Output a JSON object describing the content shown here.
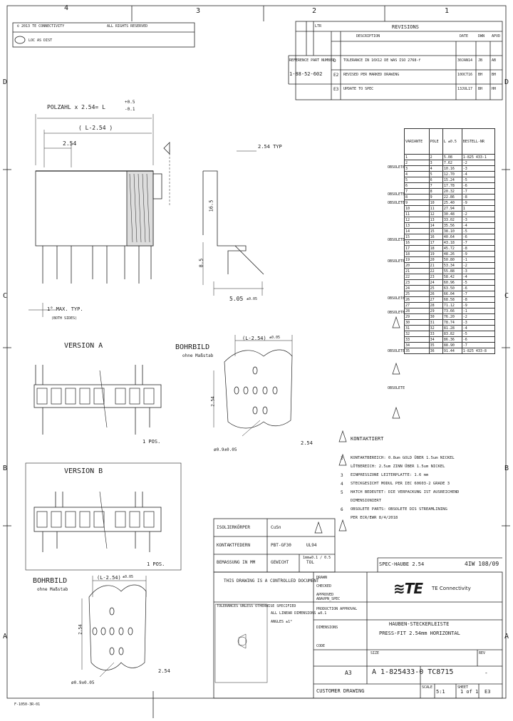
{
  "frame": {
    "col_labels": [
      "4",
      "3",
      "2",
      "1"
    ],
    "row_labels_left": [
      "D",
      "C",
      "B",
      "A"
    ],
    "row_labels_right": [
      "D",
      "C",
      "B",
      "A"
    ]
  },
  "top_notes": {
    "left_line1": "© 2013 TE CONNECTIVITY",
    "left_line2": "ALL RIGHTS RESERVED",
    "left_line3": "LOC  AS  DIST"
  },
  "revisions": {
    "title": "REVISIONS",
    "head_ltr": "LTR",
    "head_desc": "DESCRIPTION",
    "head_date": "DATE",
    "head_dwn": "DWN",
    "head_apvd": "APVD",
    "reference_label": "REFERENCE PART NUMBER",
    "reference_value": "1-88-52-602",
    "rows": [
      {
        "ltr": "D",
        "desc": "TOLERANCE IN 10X12 DE WAS ISO 2768-f",
        "date": "30JAN14",
        "dwn": "JB",
        "apvd": "AB"
      },
      {
        "ltr": "E2",
        "desc": "REVISED PER MARKED DRAWING",
        "date": "10OCT16",
        "dwn": "BH",
        "apvd": "BH"
      },
      {
        "ltr": "E3",
        "desc": "UPDATE TO SPEC",
        "date": "13JUL17",
        "dwn": "BH",
        "apvd": "HH"
      }
    ]
  },
  "dims": {
    "poles_formula": "POLZAHL x 2.54= L",
    "tol_plus": "+0.5",
    "tol_minus": "-0.1",
    "l_dim": "( L-2.54 )",
    "pitch": "2.54",
    "pitch_tol": "2.54 TYP",
    "height_a": "16.5",
    "height_b": "8.5",
    "width": "5.05",
    "width_tol": "±0.05",
    "max_typ": "1° MAX. TYP.",
    "max_typ_sub": "(BOTH SIDES)"
  },
  "views": {
    "version_a": "VERSION A",
    "version_b": "VERSION B",
    "pcs_a": "1 POS.",
    "pcs_b": "1 POS.",
    "board_layout_1": "BOHRBILD",
    "board_layout_1_sub": "ohne Maßstab",
    "board_layout_2": "BOHRBILD",
    "board_layout_2_sub": "ohne Maßstab",
    "bb1_dim": "(L-2.54)",
    "bb1_dim_tol": "±0.05",
    "bb2_dim": "(L-2.54)",
    "bb2_dim_tol": "±0.05",
    "hole_dia_1": "ø0.9±0.05",
    "hole_dia_2": "ø0.9±0.05",
    "hole_pitch_1": "2.54",
    "hole_pitch_2": "2.54",
    "bb1_side_dim": "2.54",
    "bb2_side_dim": "2.54"
  },
  "parts_table": {
    "headers": [
      "VARIANTE",
      "POLE",
      "L ±0.5",
      "BESTELL-NR"
    ],
    "rows": [
      [
        "1",
        "2",
        "5.08",
        "1-825 433-1"
      ],
      [
        "2",
        "3",
        "7.62",
        "-2"
      ],
      [
        "3",
        "4",
        "10.16",
        "-3"
      ],
      [
        "4",
        "5",
        "12.70",
        "-4"
      ],
      [
        "5",
        "6",
        "15.24",
        "-5"
      ],
      [
        "6",
        "7",
        "17.78",
        "-6"
      ],
      [
        "7",
        "8",
        "20.32",
        "-7"
      ],
      [
        "8",
        "9",
        "22.86",
        "-8"
      ],
      [
        "9",
        "10",
        "25.40",
        "-9"
      ],
      [
        "10",
        "11",
        "27.94",
        "1"
      ],
      [
        "11",
        "12",
        "30.48",
        "-2"
      ],
      [
        "12",
        "13",
        "33.02",
        "-3"
      ],
      [
        "13",
        "14",
        "35.56",
        "-4"
      ],
      [
        "14",
        "15",
        "38.10",
        "-5"
      ],
      [
        "15",
        "16",
        "40.64",
        "-6"
      ],
      [
        "16",
        "17",
        "43.18",
        "-7"
      ],
      [
        "17",
        "18",
        "45.72",
        "-8"
      ],
      [
        "18",
        "19",
        "48.26",
        "-9"
      ],
      [
        "19",
        "20",
        "50.80",
        "-1"
      ],
      [
        "20",
        "21",
        "53.34",
        "-2"
      ],
      [
        "21",
        "22",
        "55.88",
        "-3"
      ],
      [
        "22",
        "23",
        "58.42",
        "-4"
      ],
      [
        "23",
        "24",
        "60.96",
        "-5"
      ],
      [
        "24",
        "25",
        "63.50",
        "-6"
      ],
      [
        "25",
        "26",
        "66.04",
        "-7"
      ],
      [
        "26",
        "27",
        "68.58",
        "-8"
      ],
      [
        "27",
        "28",
        "71.12",
        "-9"
      ],
      [
        "28",
        "29",
        "73.66",
        "-1"
      ],
      [
        "29",
        "30",
        "76.20",
        "-2"
      ],
      [
        "30",
        "31",
        "78.74",
        "-3"
      ],
      [
        "31",
        "32",
        "81.28",
        "-4"
      ],
      [
        "32",
        "33",
        "83.82",
        "-5"
      ],
      [
        "33",
        "34",
        "86.36",
        "-6"
      ],
      [
        "34",
        "35",
        "88.90",
        "-7"
      ],
      [
        "35",
        "36",
        "91.44",
        "1-825 433-8"
      ]
    ],
    "side_marks": [
      "OBSOLETE",
      "OBSOLETE",
      "OBSOLETE",
      "OBSOLETE",
      "OBSOLETE",
      "OBSOLETE",
      "OBSOLETE",
      "OBSOLETE",
      "OBSOLETE"
    ]
  },
  "notes": {
    "title": "KONTAKTIERT",
    "items": [
      {
        "n": "2",
        "text": "KONTAKTBEREICH: 0.8um GOLD ÜBER 1.5um NICKEL"
      },
      {
        "n": "",
        "text": "LÖTBEREICH: 2.5um ZINN ÜBER 1.5um NICKEL"
      },
      {
        "n": "3",
        "text": "EINPRESSZONE LEITERPLATTE: 1.6 mm"
      },
      {
        "n": "4",
        "text": "STECKGESICHT MODUL PER IEC 60603-2 GRADE 3"
      },
      {
        "n": "5",
        "text": "HATCH BEDEUTET: DIE VERPACKUNG IST AUSREICHEND"
      },
      {
        "n": "",
        "text": "DIMENSIONIERT"
      },
      {
        "n": "6",
        "text": "OBSOLETE PARTS: OBSOLETE DIS STREAMLINING"
      },
      {
        "n": "",
        "text": "PER ECR/EWR 8/4/2018"
      }
    ]
  },
  "material": {
    "rows": [
      {
        "label": "ISOLIERKÖRPER",
        "mat": "CuSn",
        "extra": ""
      },
      {
        "label": "KONTAKTFEDERN",
        "mat": "PBT-GF30",
        "extra": "UL94"
      },
      {
        "label": "BEMASSUNG IN MM",
        "mat": "GEWICHT",
        "extra": "TOL"
      }
    ],
    "note_small": "1mm±0.1 / 0.5"
  },
  "title_block": {
    "restricted": "THIS DRAWING IS A CONTROLLED DOCUMENT",
    "company": "TE Connectivity",
    "product_line1": "HAUBEN-STECKERLEISTE",
    "product_line2": "PRESS-FIT 2.54mm HORIZONTAL",
    "size_label": "SIZE",
    "size_value": "A3",
    "drawing_no": "825433",
    "rev_label": "REV",
    "rev_value": "E3",
    "scale_label": "SCALE",
    "scale_value": "5:1",
    "sheet_label": "SHEET",
    "sheet_value": "1 of 1",
    "customer_drawing": "CUSTOMER DRAWING",
    "approved_label": "APPROVED",
    "checked_label": "CHECKED",
    "drawn_label": "DRAWN",
    "prodn_label": "PRODUCTION APPROVAL",
    "tolerances_label": "TOLERANCES UNLESS OTHERWISE SPECIFIED",
    "spec_line": "ALL LINEAR DIMENSIONS ±0.1",
    "ang_line": "ANGLES ±1°",
    "pn_code": "ABAVPN_SPEC",
    "spec_small": "SPEC-HAUBE 2.54",
    "doc_no": "4IW 108/09",
    "code": "CODE",
    "dim_label": "DIMENSIONS",
    "weight": "-",
    "doc_id": "A 1-825433-0 TC8715",
    "footer": "F-1050-3R-01"
  }
}
